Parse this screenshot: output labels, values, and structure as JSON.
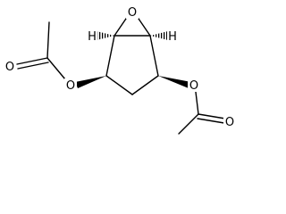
{
  "structure": {
    "atoms": {
      "epoxide_oxygen": "O",
      "left_ester_oxygen": "O",
      "right_ester_oxygen": "O",
      "left_carbonyl_oxygen": "O",
      "right_carbonyl_oxygen": "O"
    },
    "stereo_hydrogens": {
      "left": "H",
      "right": "H"
    }
  },
  "colors": {
    "bond": "#000000",
    "background": "#ffffff"
  }
}
